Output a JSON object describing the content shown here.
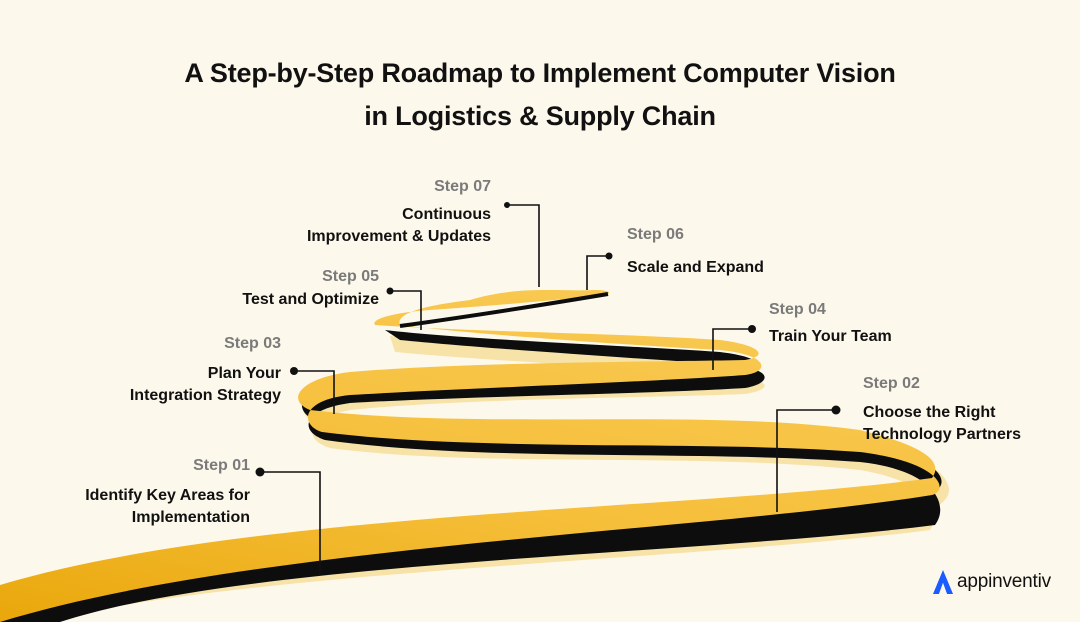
{
  "title": {
    "line1": "A Step-by-Step Roadmap to Implement Computer Vision",
    "line2": "in Logistics & Supply Chain"
  },
  "steps": [
    {
      "label": "Step 01",
      "line1": "Identify Key Areas for",
      "line2": "Implementation"
    },
    {
      "label": "Step 02",
      "line1": "Choose the Right",
      "line2": "Technology Partners"
    },
    {
      "label": "Step 03",
      "line1": "Plan Your",
      "line2": "Integration Strategy"
    },
    {
      "label": "Step 04",
      "line1": "Train Your Team",
      "line2": ""
    },
    {
      "label": "Step 05",
      "line1": "Test and Optimize",
      "line2": ""
    },
    {
      "label": "Step 06",
      "line1": "Scale and Expand",
      "line2": ""
    },
    {
      "label": "Step 07",
      "line1": "Continuous",
      "line2": "Improvement & Updates"
    }
  ],
  "brand": {
    "name": "appinventiv",
    "icon": "appinventiv-logo-icon",
    "color": "#1a5cff"
  },
  "colors": {
    "road": "#f6bf3a",
    "road_dark": "#e8a60a",
    "road_edge": "#0d0d0d",
    "road_shadow": "#f7e2a8",
    "background": "#fdf8ec"
  }
}
